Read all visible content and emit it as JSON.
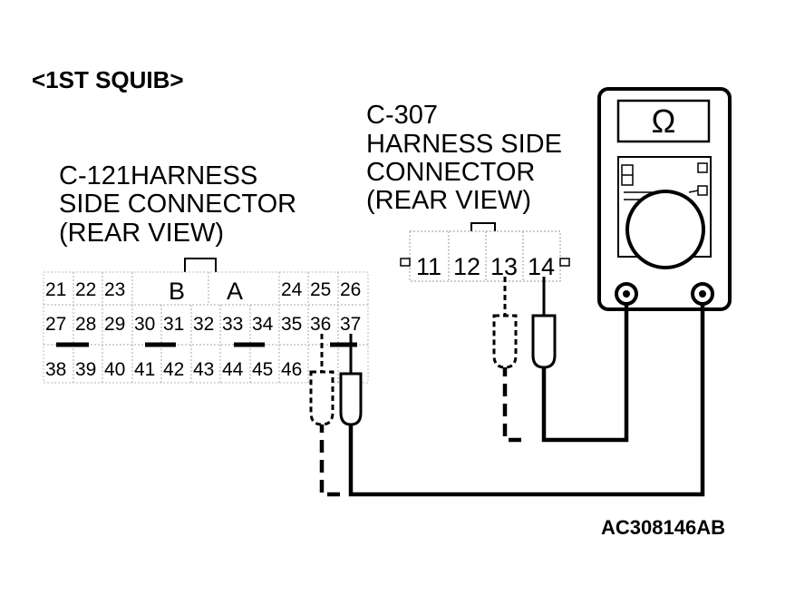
{
  "title": "<1ST SQUIB>",
  "c121": {
    "label_lines": [
      "C-121HARNESS",
      "SIDE CONNECTOR",
      "(REAR VIEW)"
    ],
    "row1": [
      "21",
      "22",
      "23",
      "24",
      "25",
      "26"
    ],
    "row1_letters": [
      "B",
      "A"
    ],
    "row2": [
      "27",
      "28",
      "29",
      "30",
      "31",
      "32",
      "33",
      "34",
      "35",
      "36",
      "37"
    ],
    "row3": [
      "38",
      "39",
      "40",
      "41",
      "42",
      "43",
      "44",
      "45",
      "46"
    ]
  },
  "c307": {
    "label_lines": [
      "C-307",
      "HARNESS SIDE",
      "CONNECTOR",
      "(REAR VIEW)"
    ],
    "pins": [
      "11",
      "12",
      "13",
      "14"
    ]
  },
  "meter": {
    "symbol": "Ω"
  },
  "figure_id": "AC308146AB"
}
